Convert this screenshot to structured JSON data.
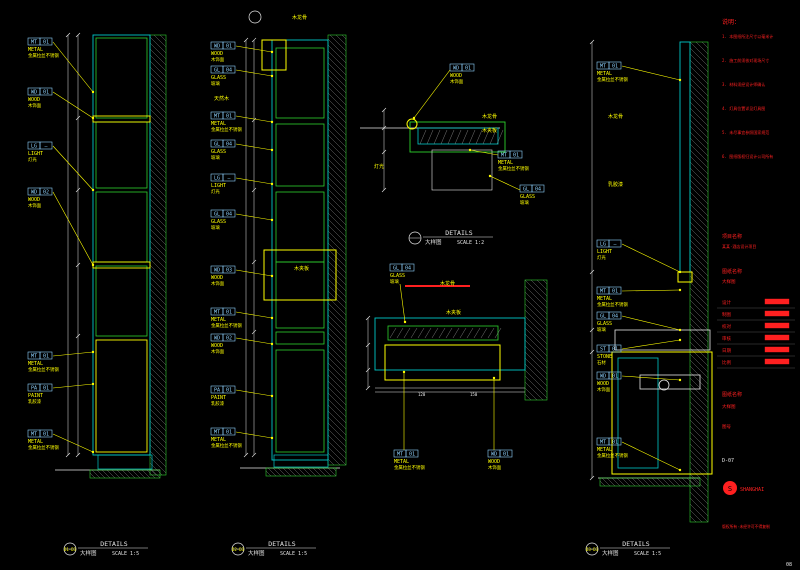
{
  "sheet": {
    "border_color": "#d8d8d8",
    "frame_color": "#c8c8c8",
    "accent": "#ffff00",
    "wall": "#2ed12e",
    "cabinet": "#00c8c8",
    "dim": "#e6e6e6",
    "tag": "#8fd3ff",
    "red": "#ff2020",
    "stamp": "#ffffff"
  },
  "panels": [
    {
      "id": "p1",
      "scale": "SCALE 1:5",
      "details": "DETAILS",
      "caption": "大样图",
      "num": "D1-D3"
    },
    {
      "id": "p2",
      "scale": "SCALE 1:5",
      "details": "DETAILS",
      "caption": "大样图",
      "num": "D2-D3"
    },
    {
      "id": "p3a",
      "scale": "SCALE 1:2",
      "details": "DETAILS",
      "caption": "大样图",
      "num": ""
    },
    {
      "id": "p3b",
      "scale": "SCALE 1:2",
      "details": "DETAILS",
      "caption": "大样图",
      "num": ""
    },
    {
      "id": "p4",
      "scale": "SCALE 1:5",
      "details": "DETAILS",
      "caption": "大样图",
      "num": "D3-D3"
    }
  ],
  "p1_tags": [
    {
      "code": "MT",
      "num": "01",
      "mat": "METAL",
      "cn": "金属拉丝不锈钢"
    },
    {
      "code": "WD",
      "num": "01",
      "mat": "WOOD",
      "cn": "木饰面"
    },
    {
      "code": "LG",
      "num": "—",
      "mat": "LIGHT",
      "cn": "灯光"
    },
    {
      "code": "WD",
      "num": "02",
      "mat": "WOOD",
      "cn": "木饰面"
    },
    {
      "code": "MT",
      "num": "01",
      "mat": "METAL",
      "cn": "金属拉丝不锈钢"
    },
    {
      "code": "PA",
      "num": "01",
      "mat": "PAINT",
      "cn": "乳胶漆"
    },
    {
      "code": "MT",
      "num": "01",
      "mat": "METAL",
      "cn": "金属拉丝不锈钢"
    }
  ],
  "p2_tags": [
    {
      "code": "WD",
      "num": "01",
      "mat": "WOOD",
      "cn": "木饰面"
    },
    {
      "code": "GL",
      "num": "04",
      "mat": "GLASS",
      "cn": "玻璃"
    },
    {
      "code": "MT",
      "num": "01",
      "mat": "METAL",
      "cn": "金属拉丝不锈钢"
    },
    {
      "code": "GL",
      "num": "04",
      "mat": "GLASS",
      "cn": "玻璃"
    },
    {
      "code": "LG",
      "num": "—",
      "mat": "LIGHT",
      "cn": "灯光"
    },
    {
      "code": "GL",
      "num": "04",
      "mat": "GLASS",
      "cn": "玻璃"
    },
    {
      "code": "WD",
      "num": "03",
      "mat": "WOOD",
      "cn": "木饰面"
    },
    {
      "code": "MT",
      "num": "01",
      "mat": "METAL",
      "cn": "金属拉丝不锈钢"
    },
    {
      "code": "WD",
      "num": "02",
      "mat": "WOOD",
      "cn": "木饰面"
    },
    {
      "code": "PA",
      "num": "01",
      "mat": "PAINT",
      "cn": "乳胶漆"
    },
    {
      "code": "MT",
      "num": "01",
      "mat": "METAL",
      "cn": "金属拉丝不锈钢"
    }
  ],
  "p2_notes": [
    "木龙骨",
    "天然木",
    "木夹板"
  ],
  "p3a_tags": [
    {
      "code": "WD",
      "num": "01",
      "mat": "WOOD",
      "cn": "木饰面"
    },
    {
      "code": "MT",
      "num": "01",
      "mat": "METAL",
      "cn": "金属拉丝不锈钢"
    },
    {
      "code": "GL",
      "num": "04",
      "mat": "GLASS",
      "cn": "玻璃"
    }
  ],
  "p3a_notes": [
    "木龙骨",
    "木夹板",
    "灯光"
  ],
  "p3b_tags": [
    {
      "code": "GL",
      "num": "04",
      "mat": "GLASS",
      "cn": "玻璃"
    },
    {
      "code": "MT",
      "num": "01",
      "mat": "METAL",
      "cn": "金属拉丝不锈钢"
    },
    {
      "code": "WD",
      "num": "01",
      "mat": "WOOD",
      "cn": "木饰面"
    }
  ],
  "p3b_notes": [
    "木龙骨",
    "木夹板",
    "120",
    "150"
  ],
  "p4_tags": [
    {
      "code": "MT",
      "num": "01",
      "mat": "METAL",
      "cn": "金属拉丝不锈钢"
    },
    {
      "code": "LG",
      "num": "—",
      "mat": "LIGHT",
      "cn": "灯光"
    },
    {
      "code": "MT",
      "num": "01",
      "mat": "METAL",
      "cn": "金属拉丝不锈钢"
    },
    {
      "code": "GL",
      "num": "04",
      "mat": "GLASS",
      "cn": "玻璃"
    },
    {
      "code": "ST",
      "num": "01",
      "mat": "STONE",
      "cn": "石材"
    },
    {
      "code": "WD",
      "num": "01",
      "mat": "WOOD",
      "cn": "木饰面"
    },
    {
      "code": "MT",
      "num": "01",
      "mat": "METAL",
      "cn": "金属拉丝不锈钢"
    }
  ],
  "p4_notes": [
    "木龙骨",
    "乳胶漆"
  ],
  "titleblock": {
    "notes_head": "说明：",
    "notes": [
      "1. 本图纸所注尺寸以毫米计",
      "2. 施工前须核对现场尺寸",
      "3. 材料须经设计师确认",
      "4. 灯具位置详见灯具图",
      "5. 未尽事宜参照国家规范",
      "6. 图纸版权归设计公司所有"
    ],
    "project_head": "项目名称",
    "project": "某某·酒店设计项目",
    "drawing_head": "图纸名称",
    "drawing": "大样图",
    "rows": [
      "设计",
      "制图",
      "校对",
      "审核",
      "日期",
      "比例"
    ],
    "code_label": "图号",
    "code": "D-07",
    "logo_letter": "S",
    "logo": "SHANGHAI",
    "footer": "版权所有·未经许可不得复制",
    "page": "08"
  }
}
